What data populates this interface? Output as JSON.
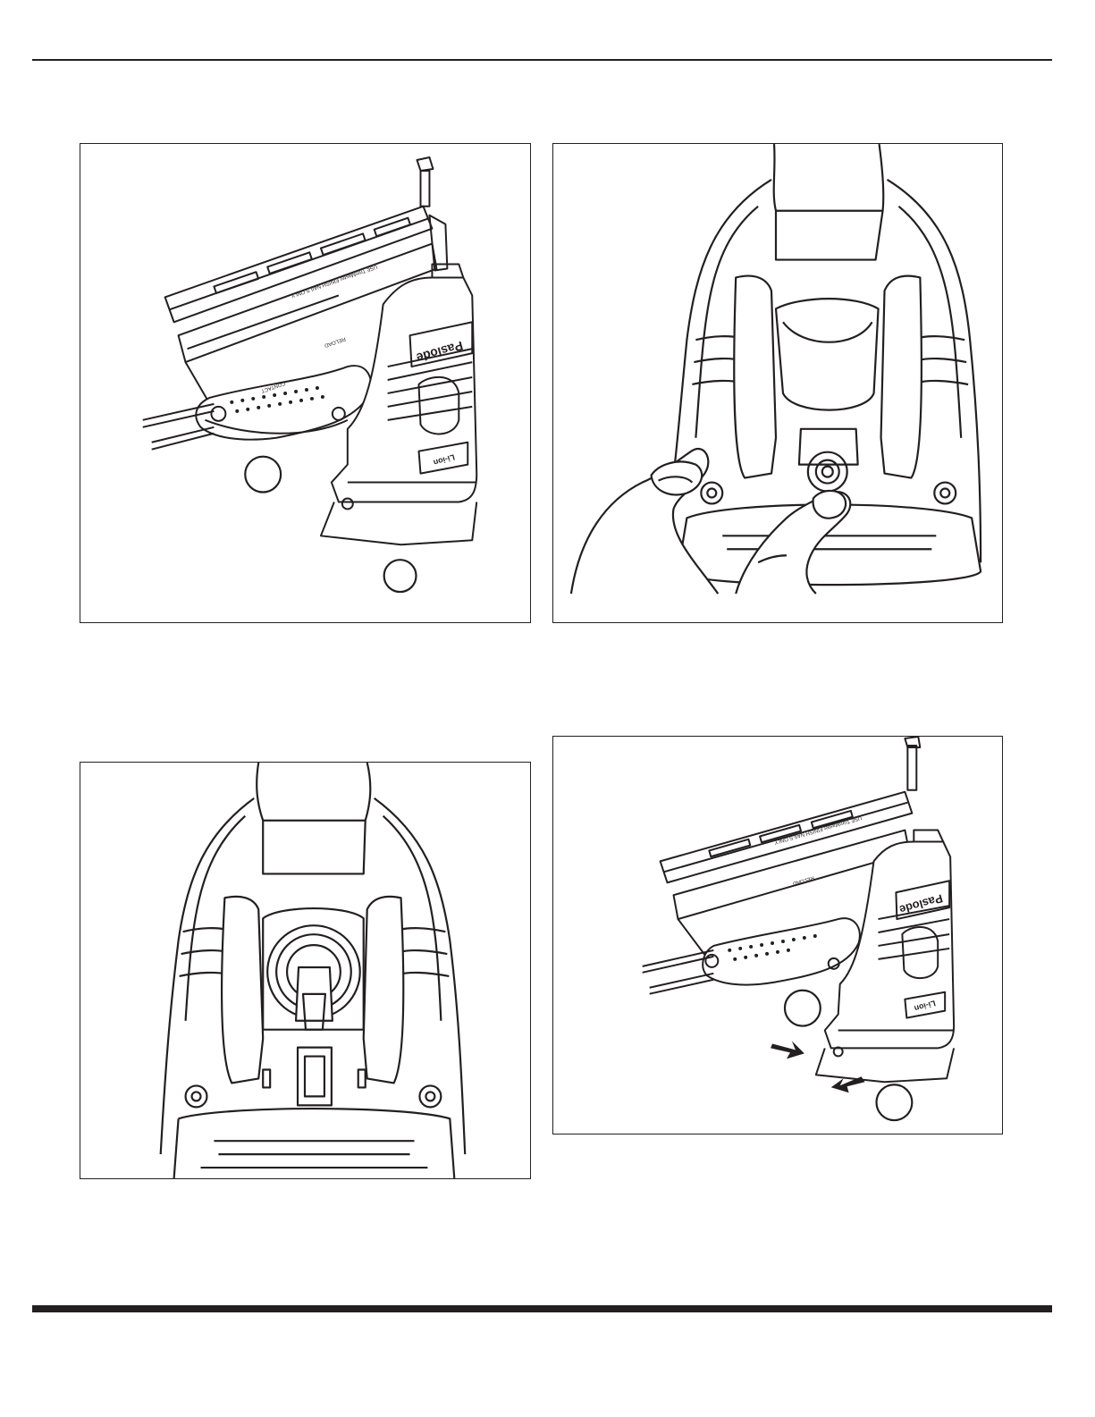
{
  "page": {
    "rule_color": "#231f20"
  },
  "figures": [
    {
      "id": "fig1",
      "callouts": [
        "",
        ""
      ],
      "tool_text": {
        "brand": "Paslode",
        "badge": "Li-ion",
        "magazine_label": "USE TrimMaster FINISH NAILS ONLY",
        "reload": "RELOAD",
        "contact": "CONTACT"
      }
    },
    {
      "id": "fig2",
      "callouts": []
    },
    {
      "id": "fig3",
      "callouts": []
    },
    {
      "id": "fig4",
      "callouts": [
        "",
        ""
      ],
      "tool_text": {
        "brand": "Paslode",
        "badge": "Li-ion",
        "magazine_label": "USE TrimMaster FINISH NAILS ONLY",
        "reload": "RELOAD"
      }
    }
  ]
}
